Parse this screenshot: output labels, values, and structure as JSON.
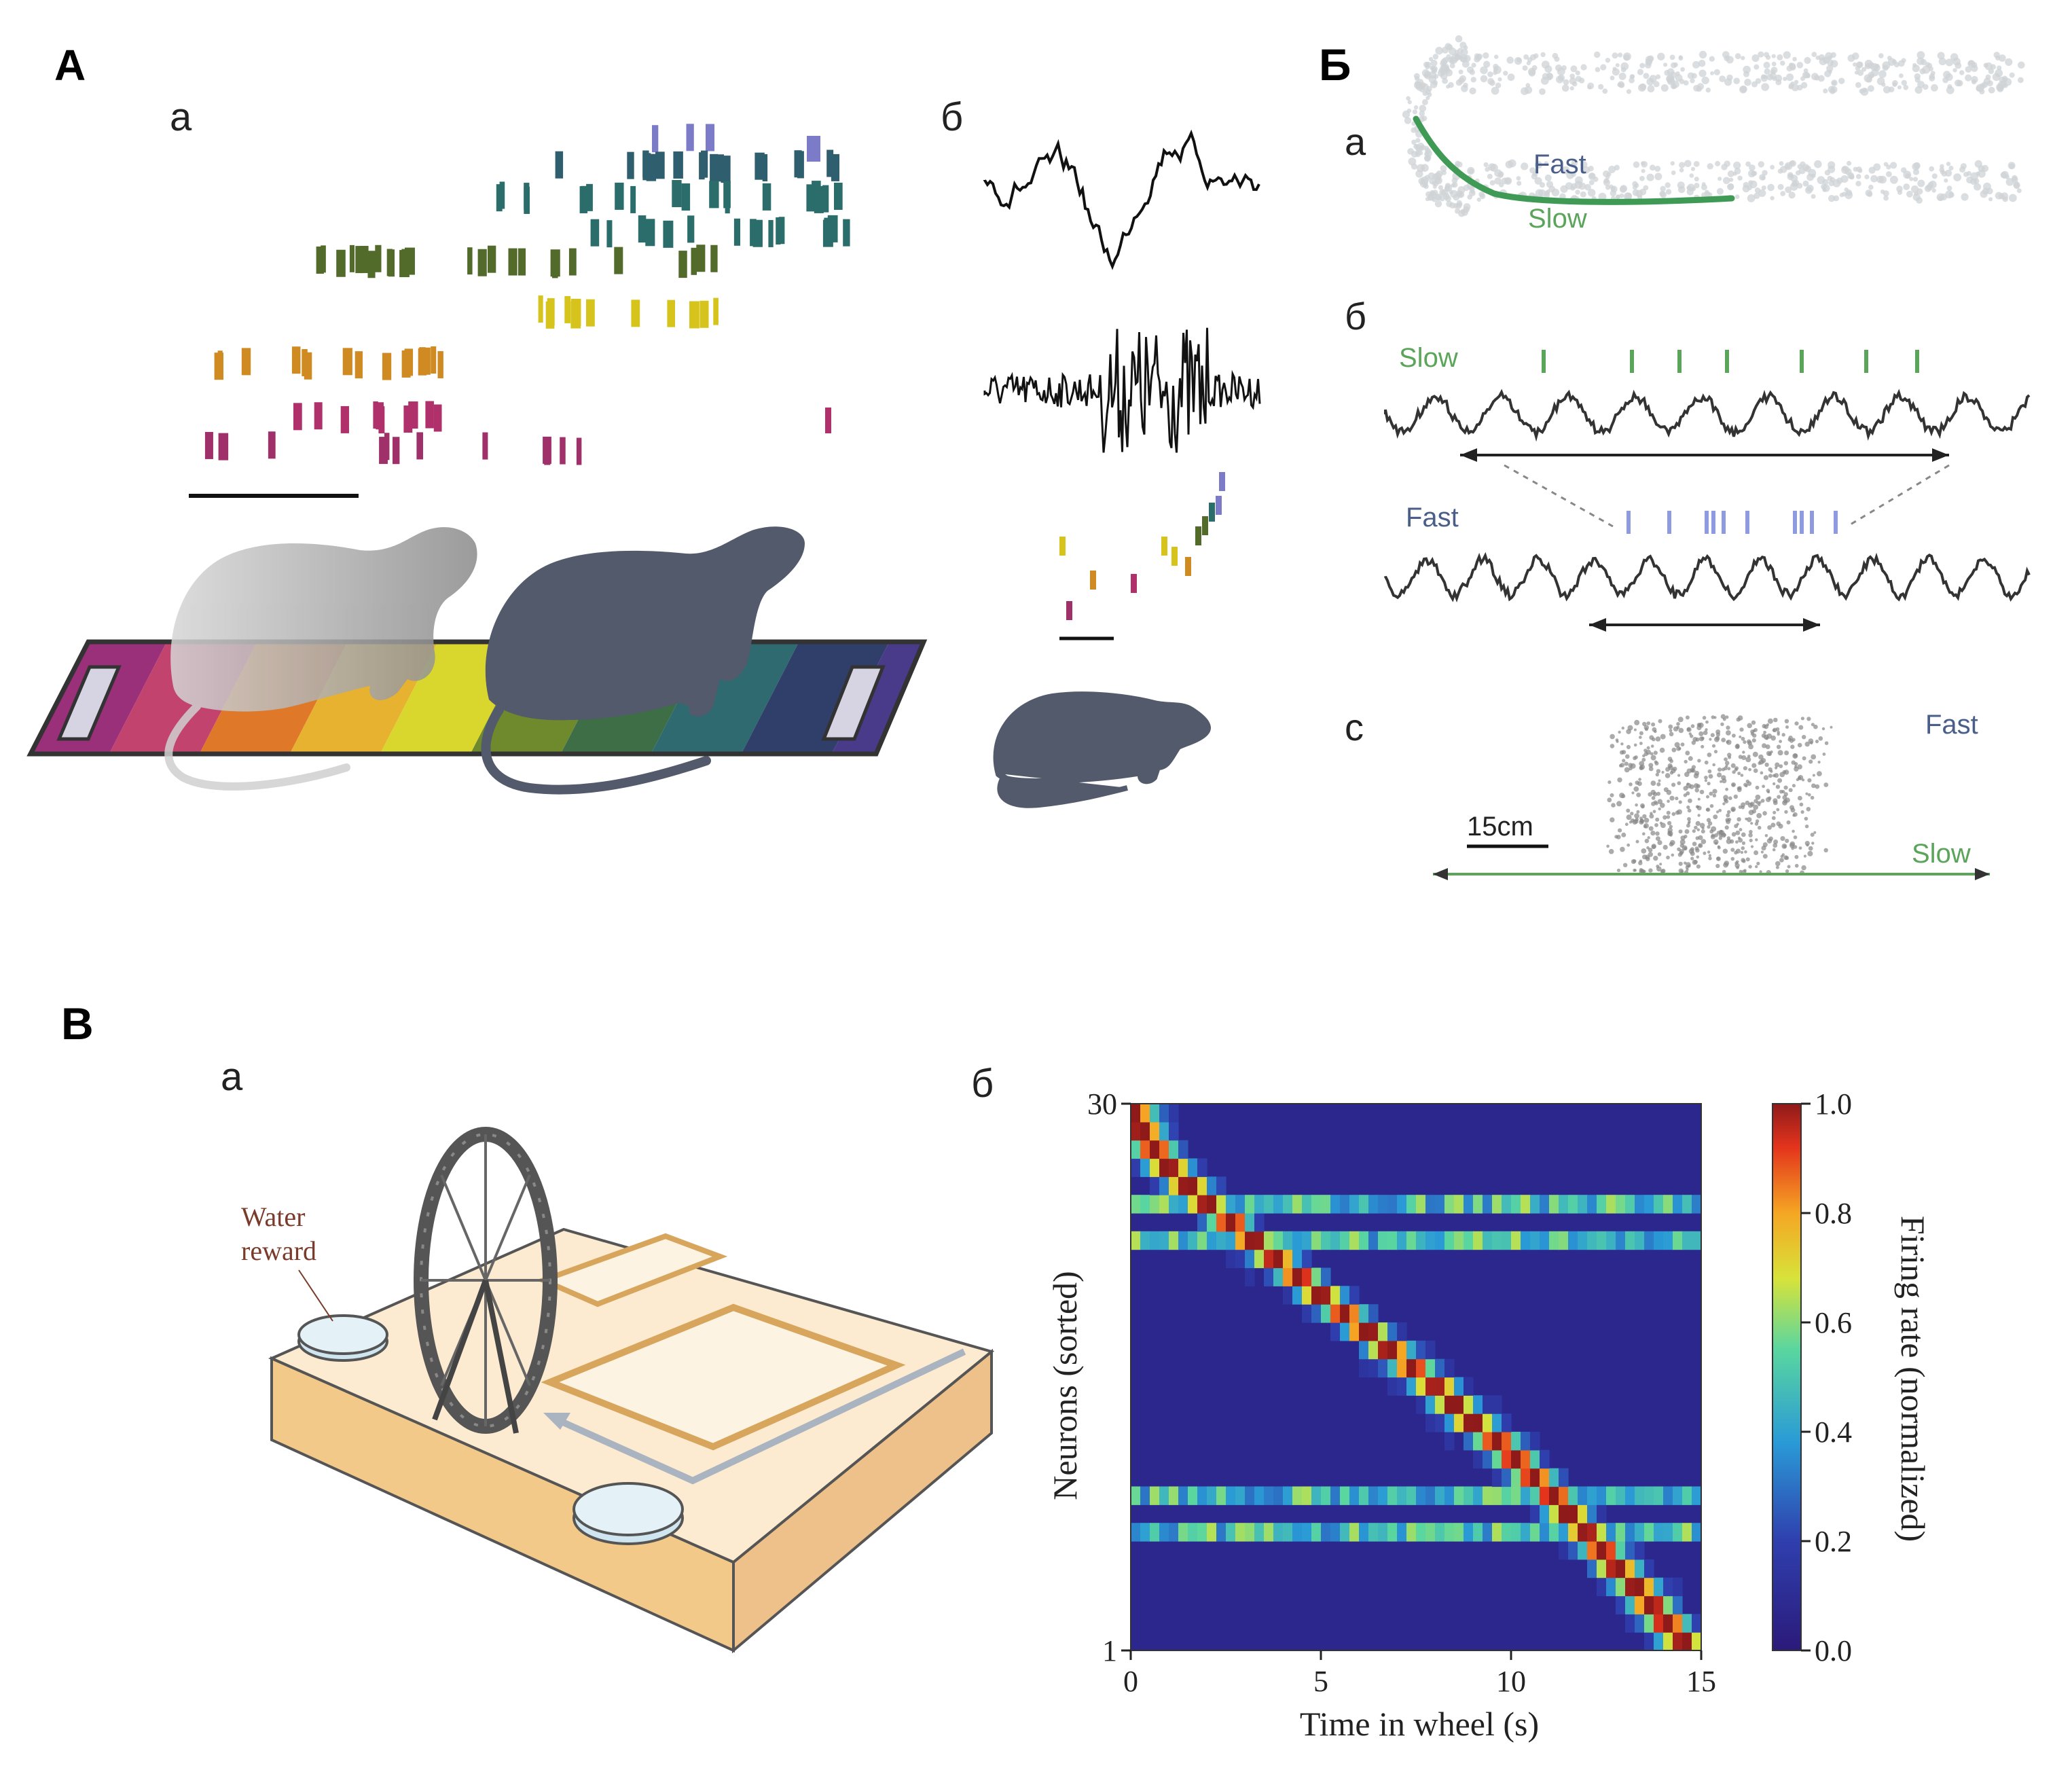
{
  "panels": {
    "A": {
      "letter": "A",
      "a": "а",
      "b": "б"
    },
    "B": {
      "letter": "Б",
      "a": "а",
      "b": "б",
      "c": "с",
      "fast": "Fast",
      "slow": "Slow",
      "scale": "15cm"
    },
    "C": {
      "letter": "В",
      "a": "а",
      "b": "б",
      "water_reward": [
        "Water",
        "reward"
      ]
    }
  },
  "colors": {
    "track": [
      "#9a2f7a",
      "#c2436e",
      "#e0782a",
      "#e7b22f",
      "#d9d62e",
      "#6f8a2c",
      "#3e6e46",
      "#2f6a70",
      "#2f3f6a",
      "#4a3a8a"
    ],
    "raster_rows": [
      "#7b7bc8",
      "#2f5f6e",
      "#2b6d6a",
      "#526a2a",
      "#d6c41c",
      "#d08a22",
      "#b0306c",
      "#a0306a"
    ],
    "fast": "#4a5e8a",
    "slow": "#5aa55a",
    "rat_light": "#d0d0d0",
    "rat_dark": "#535a6b",
    "box_top": "#fcebd0",
    "box_side": "#f3c98a"
  },
  "chart_data": {
    "type": "heatmap",
    "xlabel": "Time in wheel (s)",
    "ylabel": "Neurons (sorted)",
    "colorbar_label": "Firing rate (normalized)",
    "xlim": [
      0,
      15
    ],
    "ylim": [
      1,
      30
    ],
    "x_ticks": [
      0,
      5,
      10,
      15
    ],
    "y_ticks": [
      1,
      30
    ],
    "colorbar_range": [
      0.0,
      1.0
    ],
    "colorbar_ticks": [
      "0.0",
      "0.2",
      "0.4",
      "0.6",
      "0.8",
      "1.0"
    ],
    "n_neurons": 30,
    "peak_times_s": [
      14.5,
      14.1,
      13.7,
      13.3,
      12.8,
      12.4,
      12.0,
      11.5,
      11.1,
      10.6,
      10.1,
      9.6,
      9.0,
      8.5,
      8.0,
      7.4,
      6.8,
      6.2,
      5.6,
      5.0,
      4.4,
      3.8,
      3.2,
      2.6,
      2.0,
      1.5,
      1.0,
      0.6,
      0.3,
      0.1
    ]
  }
}
